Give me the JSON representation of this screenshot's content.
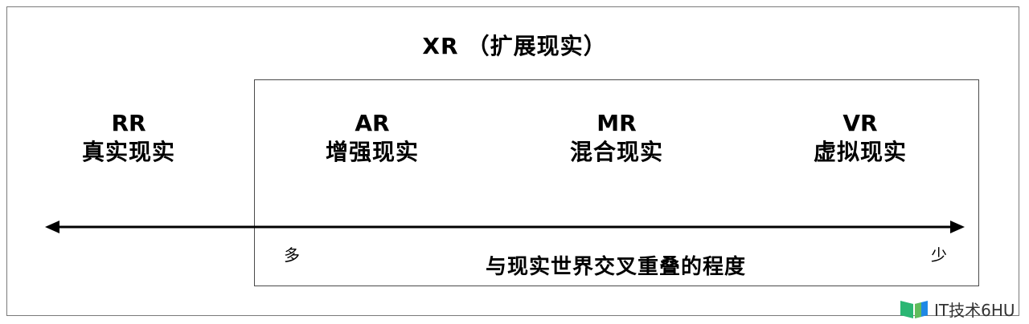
{
  "title": {
    "abbr": "XR",
    "name": "（扩展现实）"
  },
  "categories": [
    {
      "key": "rr",
      "abbr": "RR",
      "name": "真实现实"
    },
    {
      "key": "ar",
      "abbr": "AR",
      "name": "增强现实"
    },
    {
      "key": "mr",
      "abbr": "MR",
      "name": "混合现实"
    },
    {
      "key": "vr",
      "abbr": "VR",
      "name": "虚拟现实"
    }
  ],
  "axis": {
    "low_label": "多",
    "high_label": "少",
    "label": "与现实世界交叉重叠的程度"
  },
  "watermark": {
    "text": "IT技术6HU"
  },
  "colors": {
    "line": "#000000",
    "outer_border": "#7a7a7a",
    "inner_border": "#4a4a4a",
    "logo_green": "#2bb673",
    "logo_blue": "#1e88e5"
  }
}
